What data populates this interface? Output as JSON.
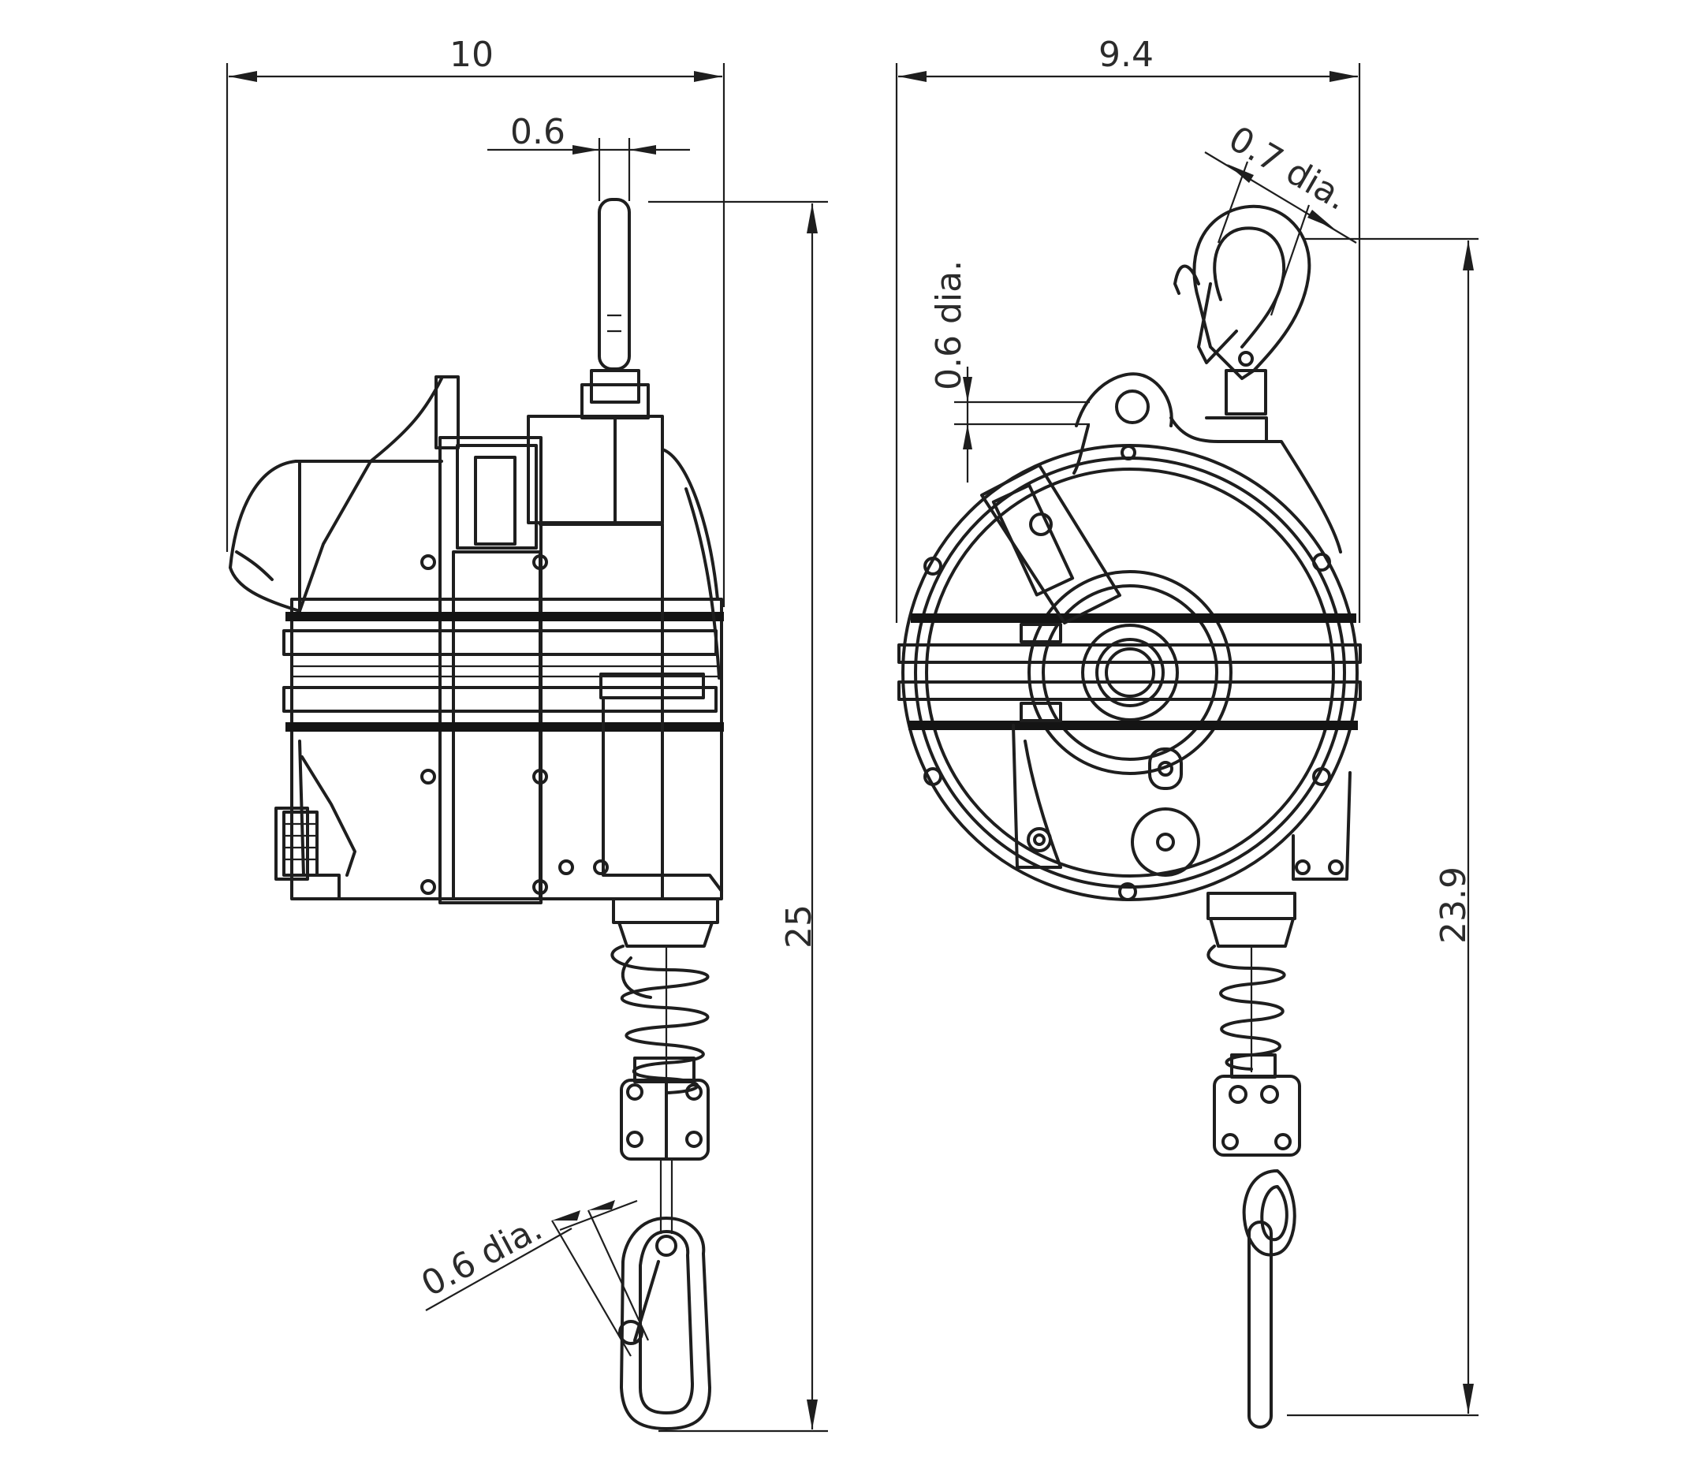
{
  "dimensions": {
    "side_width": "10",
    "front_width": "9.4",
    "top_eye_width": "0.6",
    "hook_dia": "0.7 dia.",
    "suspension_hole_dia": "0.6 dia.",
    "snap_hook_dia": "0.6 dia.",
    "side_height": "25",
    "front_height": "23.9"
  },
  "colors": {
    "line": "#1e1e1e",
    "background": "#ffffff",
    "band": "#141414"
  }
}
